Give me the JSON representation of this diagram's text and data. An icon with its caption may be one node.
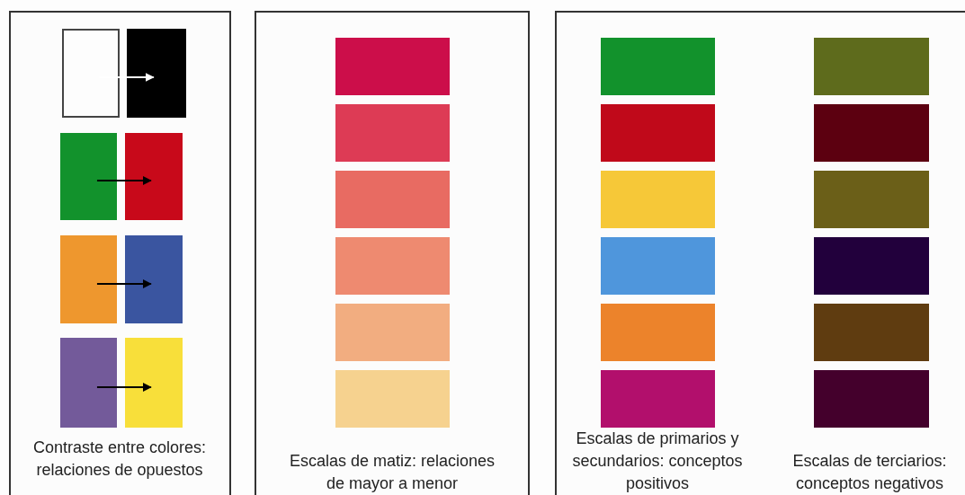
{
  "diagram": {
    "nodes": [
      {
        "text": [
          "Contraste entre colores: relaciones de opuestos"
        ]
      },
      {
        "text": [],
        "shape": "box",
        "in": 0
      },
      {
        "text": [],
        "shape": "box",
        "in": 0
      },
      {
        "text": [],
        "shape": "box",
        "in": 0
      },
      {
        "text": [],
        "shape": "box",
        "in": 0
      },
      {
        "text": [],
        "shape": "box",
        "in": 0
      },
      {
        "text": [],
        "shape": "box",
        "in": 0
      },
      {
        "text": [],
        "shape": "box",
        "in": 0
      },
      {
        "text": [],
        "shape": "box",
        "in": 0
      },
      {
        "text": [
          "Escalas de matiz: relaciones de mayor a menor"
        ]
      },
      {
        "text": [],
        "shape": "box",
        "in": 9
      },
      {
        "text": [],
        "shape": "box",
        "in": 9
      },
      {
        "text": [],
        "shape": "box",
        "in": 9
      },
      {
        "text": [],
        "shape": "box",
        "in": 9
      },
      {
        "text": [],
        "shape": "box",
        "in": 9
      },
      {
        "text": [],
        "shape": "box",
        "in": 9
      },
      {
        "text": [
          "Escalas de primarios y secundarios: conceptos positivos",
          "Escalas de terciarios: conceptos negativos"
        ]
      },
      {
        "text": [],
        "shape": "box",
        "in": 16
      },
      {
        "text": [],
        "shape": "box",
        "in": 16
      },
      {
        "text": [],
        "shape": "box",
        "in": 16
      },
      {
        "text": [],
        "shape": "box",
        "in": 16
      },
      {
        "text": [],
        "shape": "box",
        "in": 16
      },
      {
        "text": [],
        "shape": "box",
        "in": 16
      },
      {
        "text": [],
        "shape": "box",
        "in": 16
      },
      {
        "text": [],
        "shape": "box",
        "in": 16
      },
      {
        "text": [],
        "shape": "box",
        "in": 16
      },
      {
        "text": [],
        "shape": "box",
        "in": 16
      },
      {
        "text": [],
        "shape": "box",
        "in": 16
      },
      {
        "text": [],
        "shape": "box",
        "in": 16
      }
    ],
    "edges": [
      {
        "from": 1,
        "to": 2,
        "arrow": "to",
        "color": "#ffffff"
      },
      {
        "from": 3,
        "to": 4,
        "arrow": "to"
      },
      {
        "from": 5,
        "to": 6,
        "arrow": "to"
      },
      {
        "from": 7,
        "to": 8,
        "arrow": "to"
      }
    ]
  }
}
